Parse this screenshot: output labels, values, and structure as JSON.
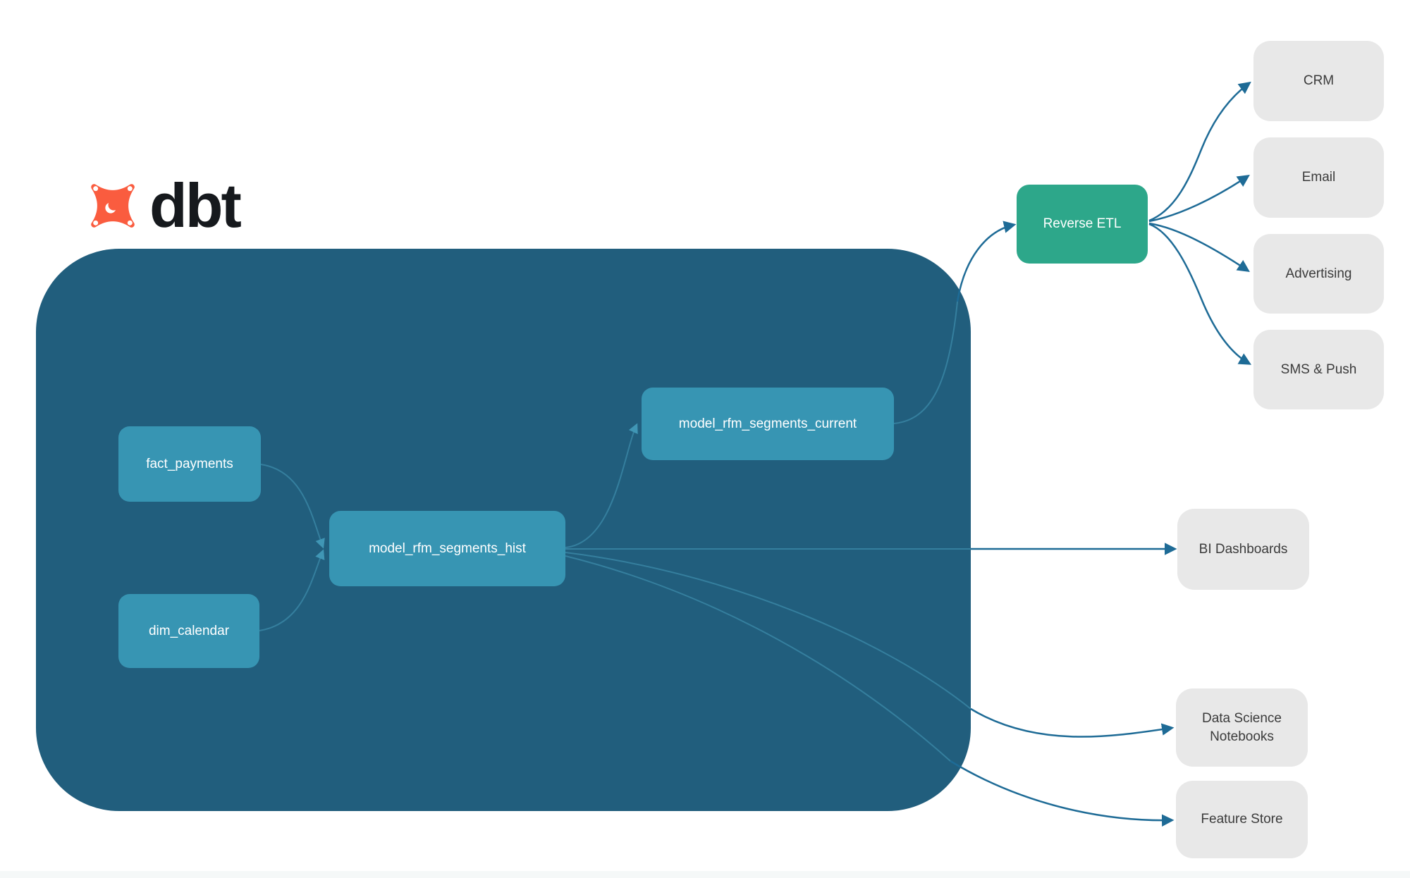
{
  "logo": {
    "text": "dbt",
    "mark": "dbt-star-icon",
    "mark_color": "#fa5c3f",
    "text_color": "#16191d"
  },
  "colors": {
    "background": "#ffffff",
    "warehouse_container": "#215e7d",
    "model_node": "#3795b3",
    "reverse_etl_node": "#2da78a",
    "destination_node": "#e8e8e8",
    "destination_text": "#3b3b3b",
    "edge_inside": "#357f9e",
    "edge_outside": "#1e6b96"
  },
  "warehouse": {
    "nodes": {
      "fact_payments": {
        "label": "fact_payments"
      },
      "dim_calendar": {
        "label": "dim_calendar"
      },
      "model_rfm_segments_hist": {
        "label": "model_rfm_segments_hist"
      },
      "model_rfm_segments_current": {
        "label": "model_rfm_segments_current"
      }
    }
  },
  "reverse_etl": {
    "label": "Reverse ETL"
  },
  "destinations": {
    "crm": {
      "label": "CRM"
    },
    "email": {
      "label": "Email"
    },
    "advertising": {
      "label": "Advertising"
    },
    "sms_push": {
      "label": "SMS & Push"
    },
    "bi_dashboards": {
      "label": "BI Dashboards"
    },
    "data_science_notebooks": {
      "label": "Data Science Notebooks"
    },
    "feature_store": {
      "label": "Feature Store"
    }
  },
  "edges": [
    {
      "from": "fact_payments",
      "to": "model_rfm_segments_hist"
    },
    {
      "from": "dim_calendar",
      "to": "model_rfm_segments_hist"
    },
    {
      "from": "model_rfm_segments_hist",
      "to": "model_rfm_segments_current"
    },
    {
      "from": "model_rfm_segments_current",
      "to": "Reverse ETL"
    },
    {
      "from": "Reverse ETL",
      "to": "CRM"
    },
    {
      "from": "Reverse ETL",
      "to": "Email"
    },
    {
      "from": "Reverse ETL",
      "to": "Advertising"
    },
    {
      "from": "Reverse ETL",
      "to": "SMS & Push"
    },
    {
      "from": "model_rfm_segments_hist",
      "to": "BI Dashboards"
    },
    {
      "from": "model_rfm_segments_hist",
      "to": "Data Science Notebooks"
    },
    {
      "from": "model_rfm_segments_hist",
      "to": "Feature Store"
    }
  ]
}
